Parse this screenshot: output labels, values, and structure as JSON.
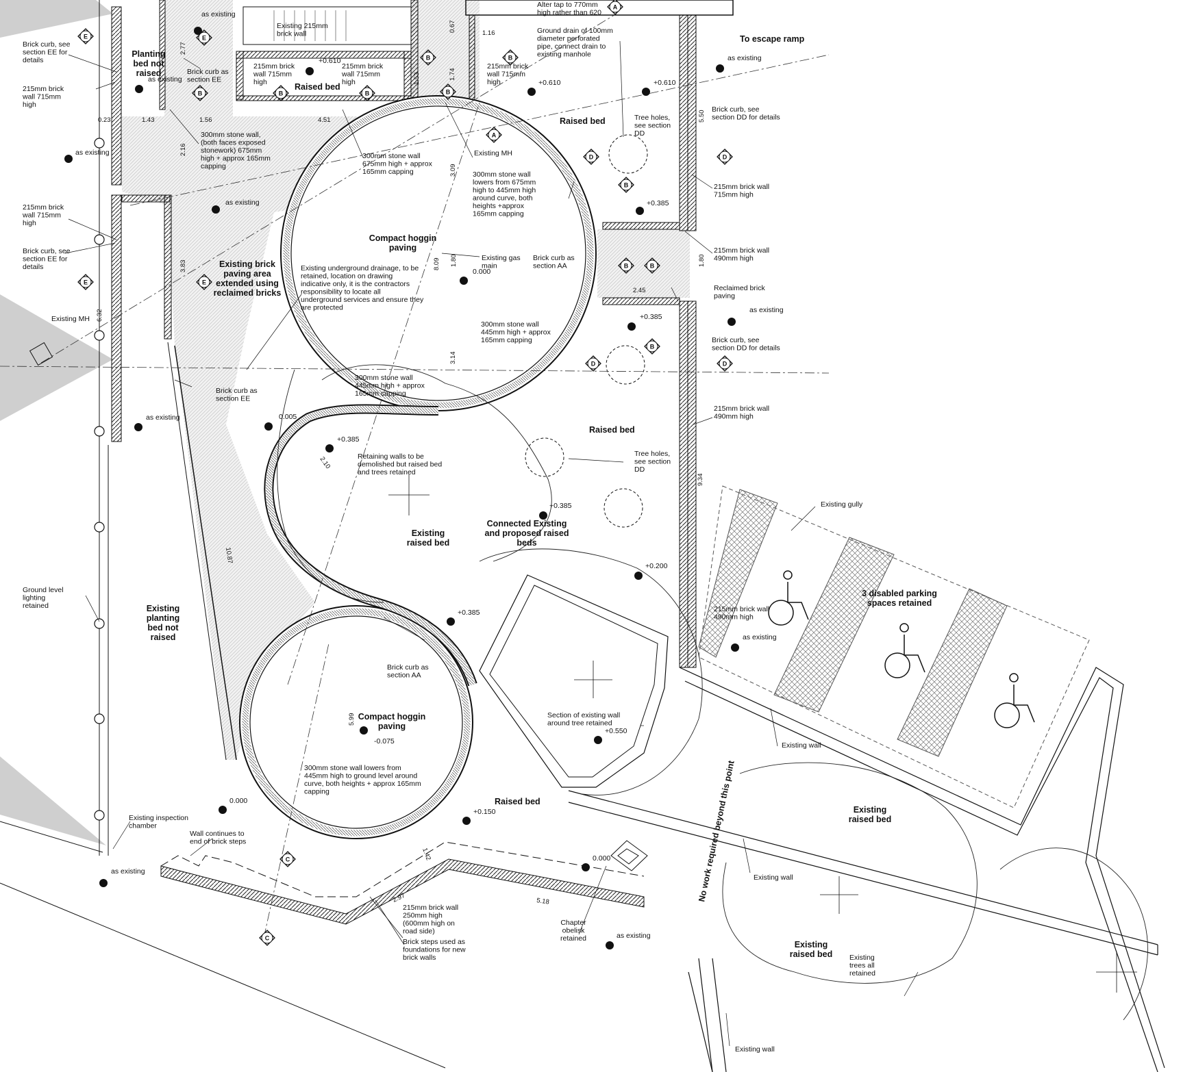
{
  "labels": {
    "as_existing": "as existing",
    "brick_curb_ee_a": "Brick curb, see|section EE for|details",
    "wall_215_715_a": "215mm brick|wall 715mm|high",
    "planting_not_raised": "Planting|bed not|raised",
    "brick_curb_sec_ee": "Brick curb as|section EE",
    "existing_215_wall": "Existing 215mm|brick wall",
    "wall_215_715_b": "215mm brick|wall 715mm|high",
    "wall_215_715_c": "215mm brick|wall 715mm|high",
    "raised_bed_top": "Raised bed",
    "wall_215_715_d": "215mm brick|wall 715mm|high",
    "alter_tap": "Alter tap to 770mm|high rather than 620",
    "ground_drain": "Ground drain of 100mm|diameter perforated|pipe, connect drain to|existing manhole",
    "escape_ramp": "To escape ramp",
    "stone_300_exposed": "300mm stone wall,|(both faces exposed|stonework) 675mm|high + approx 165mm|capping",
    "stone_300_675": "300mm stone wall|675mm high + approx|165mm capping",
    "existing_mh_top": "Existing MH",
    "raised_bed_right": "Raised bed",
    "tree_holes_1": "Tree holes,|see section|DD",
    "brick_curb_dd_1": "Brick curb, see|section DD for details",
    "stone_lowers_675": "300mm stone wall|lowers from 675mm|high to 445mm high|around curve, both|heights +approx|165mm capping",
    "wall_215_715_right": "215mm brick wall|715mm high",
    "wall_215_715_left": "215mm brick|wall 715mm|high",
    "brick_curb_ee_b": "Brick curb, see|section EE for|details",
    "compact_hoggin_1": "Compact hoggin|paving",
    "existing_gas": "Existing gas|main",
    "brick_curb_aa_1": "Brick curb as|section AA",
    "wall_215_490_a": "215mm brick wall|490mm high",
    "existing_brick_paving": "Existing brick|paving area|extended using|reclaimed bricks",
    "underground_drainage": "Existing underground drainage, to be|retained, location on drawing|indicative only, it is the contractors|responsibility to locate all|underground services and ensure they|are protected",
    "reclaimed_brick": "Reclaimed brick|paving",
    "existing_mh_left": "Existing MH",
    "stone_445": "300mm stone wall|445mm high + approx|165mm capping",
    "brick_curb_dd_2": "Brick curb, see|section DD for details",
    "brick_curb_ee_c": "Brick curb as|section EE",
    "stone_445_b": "300mm stone wall|445mm high + approx|165mm capping",
    "wall_215_490_b": "215mm brick wall|490mm high",
    "raised_bed_mid": "Raised bed",
    "retaining_demolished": "Retaining walls to be|demolished but raised bed|and trees retained",
    "tree_holes_2": "Tree holes,|see section|DD",
    "existing_gully": "Existing gully",
    "existing_raised_bed_1": "Existing|raised bed",
    "connected_beds": "Connected Existing|and proposed raised|beds",
    "ground_lighting": "Ground level|lighting|retained",
    "existing_planting": "Existing|planting|bed not|raised",
    "disabled_parking": "3 disabled parking|spaces retained",
    "wall_215_490_c": "215mm brick wall|490mm high",
    "brick_curb_aa_2": "Brick curb as|section AA",
    "compact_hoggin_2": "Compact hoggin|paving",
    "section_existing_wall": "Section of existing wall|around tree retained",
    "existing_wall_1": "Existing wall",
    "stone_lowers_445": "300mm stone wall lowers from|445mm high to ground level around|curve, both heights + approx 165mm|capping",
    "raised_bed_low": "Raised bed",
    "existing_raised_bed_2": "Existing|raised bed",
    "existing_inspection": "Existing inspection|chamber",
    "wall_continues": "Wall continues to|end of brick steps",
    "wall_215_250": "215mm brick wall|250mm high|(600mm high on|road side)",
    "brick_steps": "Brick steps used as|foundations for new|brick walls",
    "chapter_obelisk": "Chapter|obelisk|retained",
    "no_work": "No work required beyond this point",
    "existing_wall_2": "Existing wall",
    "existing_raised_bed_3": "Existing|raised bed",
    "existing_trees": "Existing|trees all|retained",
    "existing_wall_3": "Existing wall"
  },
  "levels": {
    "l0610a": "+0.610",
    "l0610b": "+0.610",
    "l0610c": "+0.610",
    "l0385a": "+0.385",
    "l0385b": "+0.385",
    "l0385c": "+0.385",
    "l0385d": "+0.385",
    "l0385e": "+0.385",
    "l0000a": "0.000",
    "l0005": "0.005",
    "l0200": "+0.200",
    "l0075": "-0.075",
    "l0550": "+0.550",
    "l0000b": "0.000",
    "l0150": "+0.150",
    "l0000c": "0.000"
  },
  "dims": {
    "d023": "0.23",
    "d143": "1.43",
    "d156": "1.56",
    "d451": "4.51",
    "d277": "2.77",
    "d216": "2.16",
    "d153": "1.53",
    "d174": "1.74",
    "d067": "0.67",
    "d116": "1.16",
    "d550": "5.50",
    "d309": "3.09",
    "d383": "3.83",
    "d809": "8.09",
    "d180a": "1.80",
    "d180b": "1.80",
    "d245": "2.45",
    "d632": "6.32",
    "d314": "3.14",
    "d210": "2.10",
    "d934": "9.34",
    "d1087": "10.87",
    "d599": "5.99",
    "d142": "1.42",
    "d297": "2.97",
    "d518": "5.18"
  },
  "section_markers": {
    "E": "E",
    "B": "B",
    "A": "A",
    "D": "D",
    "C": "C"
  }
}
